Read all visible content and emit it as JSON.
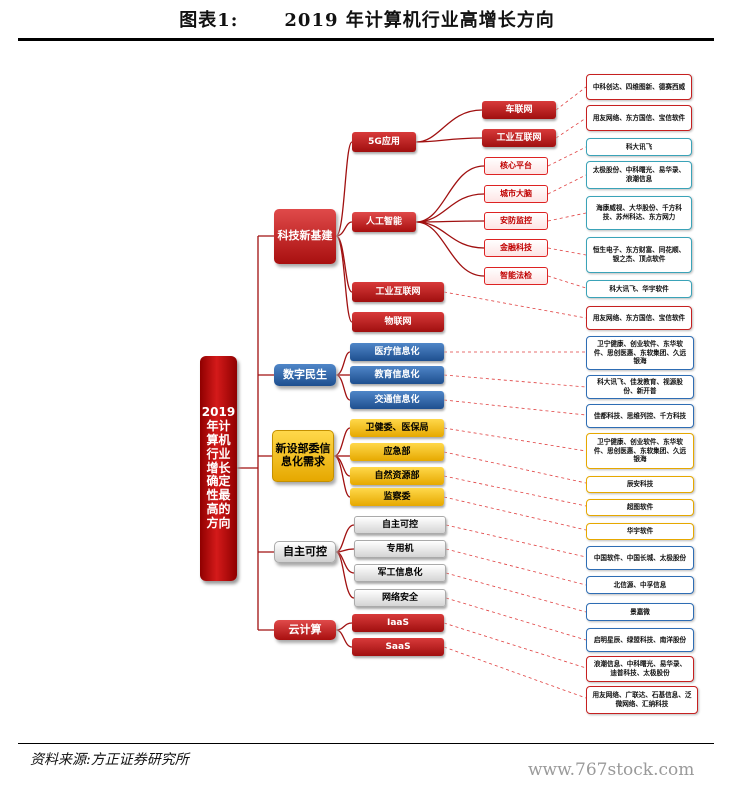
{
  "header": {
    "label": "图表1:",
    "title": "2019 年计算机行业高增长方向"
  },
  "footer": {
    "source": "资料来源:方正证券研究所",
    "watermark": "www.767stock.com"
  },
  "root": "2019年计算机行业增长确定性最高的方向",
  "branches": {
    "tech": {
      "label": "科技新基建",
      "g5": {
        "label": "5G应用",
        "cv": "车联网",
        "iiot": "工业互联网"
      },
      "ai": {
        "label": "人工智能",
        "core": "核心平台",
        "city": "城市大脑",
        "security": "安防监控",
        "finance": "金融科技",
        "law": "智能法检"
      },
      "iiot": "工业互联网",
      "iot": "物联网"
    },
    "digital": {
      "label": "数字民生",
      "medical": "医疗信息化",
      "edu": "教育信息化",
      "traffic": "交通信息化"
    },
    "newdept": {
      "label": "新设部委信息化需求",
      "health": "卫健委、医保局",
      "emergency": "应急部",
      "resource": "自然资源部",
      "supervision": "监察委"
    },
    "control": {
      "label": "自主可控",
      "autonomy": "自主可控",
      "special": "专用机",
      "military": "军工信息化",
      "netsec": "网络安全"
    },
    "cloud": {
      "label": "云计算",
      "iaas": "IaaS",
      "saas": "SaaS"
    }
  },
  "leaves": {
    "cv": "中科创达、四维图新、德赛西威",
    "iiot5g": "用友网络、东方国信、宝信软件",
    "core": "科大讯飞",
    "city": "太极股份、中科曙光、易华录、浪潮信息",
    "security": "海康威视、大华股份、千方科技、苏州科达、东方网力",
    "finance": "恒生电子、东方财富、同花顺、银之杰、顶点软件",
    "law": "科大讯飞、华宇软件",
    "iiot": "用友网络、东方国信、宝信软件",
    "medical": "卫宁健康、创业软件、东华软件、思创医惠、东软集团、久远银海",
    "edu": "科大讯飞、佳发教育、视源股份、新开普",
    "traffic": "佳都科技、思维列控、千方科技",
    "health": "卫宁健康、创业软件、东华软件、思创医惠、东软集团、久远银海",
    "emergency": "辰安科技",
    "resource": "超图软件",
    "supervision": "华宇软件",
    "autonomy": "中国软件、中国长城、太极股份",
    "special": "北信源、中孚信息",
    "netsec": "启明星辰、绿盟科技、南洋股份",
    "military": "景嘉微",
    "iaas": "浪潮信息、中科曙光、易华录、迪普科技、太极股份",
    "saas": "用友网络、广联达、石基信息、泛微网络、汇纳科技"
  }
}
